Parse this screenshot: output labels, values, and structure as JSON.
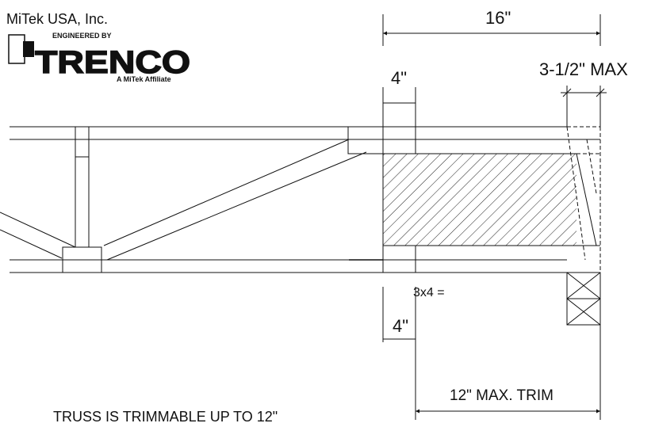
{
  "header": {
    "company": "MiTek USA, Inc.",
    "logo_tagline": "ENGINEERED BY",
    "logo_word": "TRENCO",
    "logo_affiliate": "A MiTek Affiliate"
  },
  "dimensions": {
    "top_span": "16\"",
    "upper_offset": "4\"",
    "max_overhang": "3-1/2\" MAX",
    "lower_offset": "4\"",
    "trim_span": "12\" MAX. TRIM"
  },
  "plate_label": "3x4 =",
  "footer_note": "TRUSS IS TRIMMABLE UP TO 12\"",
  "colors": {
    "line": "#111111",
    "background": "#ffffff"
  }
}
